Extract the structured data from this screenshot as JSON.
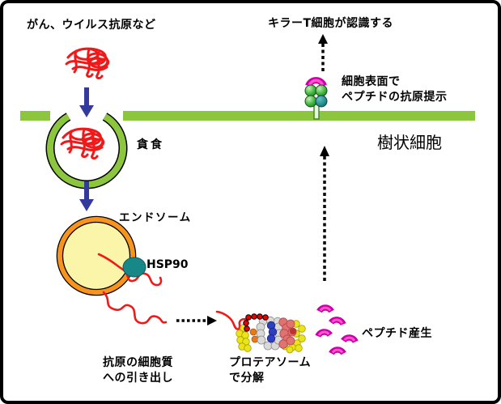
{
  "diagram": {
    "labels": {
      "antigen_source": "がん、ウイルス抗原など",
      "killer_t": "キラーT細胞が認識する",
      "phagocytosis": "貪食",
      "endosome": "エンドソーム",
      "hsp90": "HSP90",
      "surface_line1": "細胞表面で",
      "surface_line2": "ペプチドの抗原提示",
      "dendritic_cell": "樹状細胞",
      "extraction_line1": "抗原の細胞質",
      "extraction_line2": "への引き出し",
      "proteasome_line1": "プロテアソーム",
      "proteasome_line2": "で分解",
      "peptide_production": "ペプチド産生"
    },
    "colors": {
      "membrane_green": "#8CC63F",
      "arrow_blue": "#333A9E",
      "antigen_red": "#F01818",
      "endosome_ring_orange": "#F7941D",
      "endosome_fill": "#FAF5A8",
      "hsp90_teal": "#178787",
      "mhc_green": "#3FAE3F",
      "peptide_magenta": "#DD00AA",
      "proteasome_yellow": "#ECE41A",
      "proteasome_blue": "#2E3EC0",
      "proteasome_salmon": "#E07272",
      "dashed_arrow_black": "#000000"
    }
  }
}
